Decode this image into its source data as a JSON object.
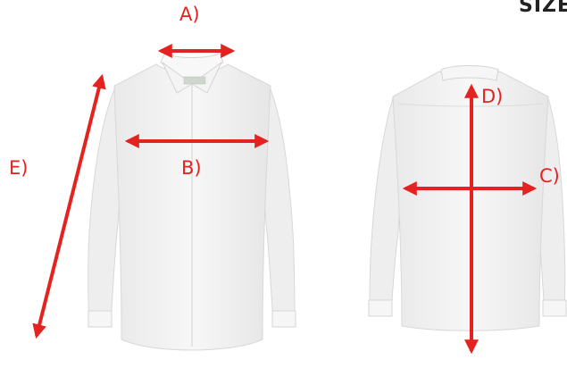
{
  "heading": "SIZE",
  "colors": {
    "arrow": "#e42320",
    "shirt_fill": "#f3f3f3",
    "shirt_stroke": "#d8d8d8",
    "heading": "#222222"
  },
  "measurements": [
    {
      "key": "a",
      "label": "A)"
    },
    {
      "key": "b",
      "label": "B)"
    },
    {
      "key": "c",
      "label": "C)"
    },
    {
      "key": "d",
      "label": "D)"
    },
    {
      "key": "e",
      "label": "E)"
    }
  ]
}
